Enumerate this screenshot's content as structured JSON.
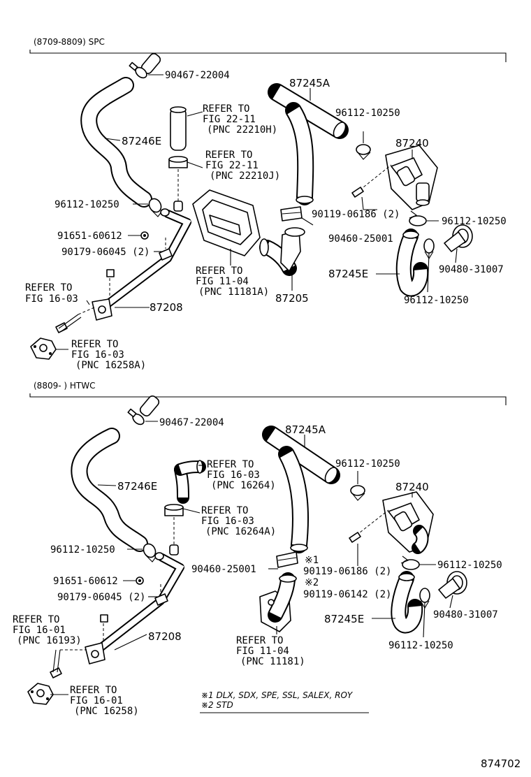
{
  "sections": {
    "top": {
      "label": "(8709-8809) SPC",
      "labels": {
        "clamp_top": "90467-22004",
        "hose_87246e": "87246E",
        "refer_22_11_h": [
          "REFER TO",
          "FIG 22-11",
          "(PNC 22210H)"
        ],
        "refer_22_11_j": [
          "REFER TO",
          "FIG 22-11",
          "(PNC 22210J)"
        ],
        "clamp_left": "96112-10250",
        "plug": "91651-60612",
        "bolt": "90179-06045 (2)",
        "refer_16_03_left": [
          "REFER TO",
          "FIG 16-03"
        ],
        "pipe_87208": "87208",
        "refer_16_03_bottom": [
          "REFER TO",
          "FIG 16-03",
          "(PNC 16258A)"
        ],
        "refer_11_04": [
          "REFER TO",
          "FIG 11-04",
          "(PNC 11181A)"
        ],
        "part_87205": "87205",
        "hose_87245a": "87245A",
        "clamp_mid": "96112-10250",
        "valve_87240": "87240",
        "screw": "90119-06186 (2)",
        "clamp_90460": "90460-25001",
        "clamp_right": "96112-10250",
        "grommet": "90480-31007",
        "hose_87245e": "87245E",
        "clamp_bottom": "96112-10250"
      }
    },
    "bottom": {
      "label": "(8809-       ) HTWC",
      "labels": {
        "clamp_top": "90467-22004",
        "hose_87246e": "87246E",
        "refer_16_03_pnc16264": [
          "REFER TO",
          "FIG 16-03",
          "(PNC 16264)"
        ],
        "refer_16_03_pnc16264a": [
          "REFER TO",
          "FIG 16-03",
          "(PNC 16264A)"
        ],
        "clamp_left": "96112-10250",
        "plug": "91651-60612",
        "bolt": "90179-06045 (2)",
        "refer_16_01_left": [
          "REFER TO",
          "FIG 16-01",
          "(PNC 16193)"
        ],
        "pipe_87208": "87208",
        "refer_16_01_bottom": [
          "REFER TO",
          "FIG 16-01",
          "(PNC 16258)"
        ],
        "hose_87245a": "87245A",
        "clamp_mid": "96112-10250",
        "valve_87240": "87240",
        "clamp_90460": "90460-25001",
        "mark1": "※1",
        "screw1": "90119-06186 (2)",
        "mark2": "※2",
        "screw2": "90119-06142 (2)",
        "refer_11_04": [
          "REFER TO",
          "FIG 11-04",
          "(PNC 11181)"
        ],
        "clamp_right": "96112-10250",
        "grommet": "90480-31007",
        "hose_87245e": "87245E",
        "clamp_bottom": "96112-10250"
      }
    }
  },
  "legend": {
    "note1": "※1 DLX, SDX, SPE, SSL, SALEX, ROY",
    "note2": "※2 STD"
  },
  "diagram_number": "874702"
}
